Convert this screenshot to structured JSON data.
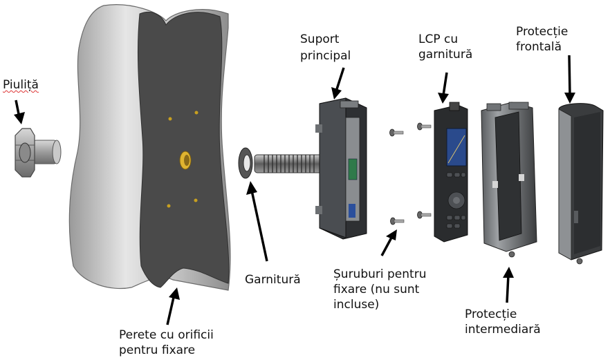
{
  "labels": {
    "nut": "Piuliță",
    "wall_line1": "Perete cu orificii",
    "wall_line2": "pentru fixare",
    "gasket": "Garnitură",
    "main_support_line1": "Suport",
    "main_support_line2": "principal",
    "lcp_line1": "LCP cu",
    "lcp_line2": "garnitură",
    "screws_line1": "Șuruburi pentru",
    "screws_line2": "fixare (nu sunt",
    "screws_line3": "incluse)",
    "front_cover_line1": "Protecție",
    "front_cover_line2": "frontală",
    "middle_cover_line1": "Protecție",
    "middle_cover_line2": "intermediară"
  },
  "colors": {
    "wall_face": "#4a4a4a",
    "wall_side": "#b9b9b9",
    "hole": "#c8a020",
    "part_dark": "#2e3033",
    "part_mid": "#8a8d90",
    "lcp_screen": "#2a4a8c",
    "arrow": "#000000"
  }
}
